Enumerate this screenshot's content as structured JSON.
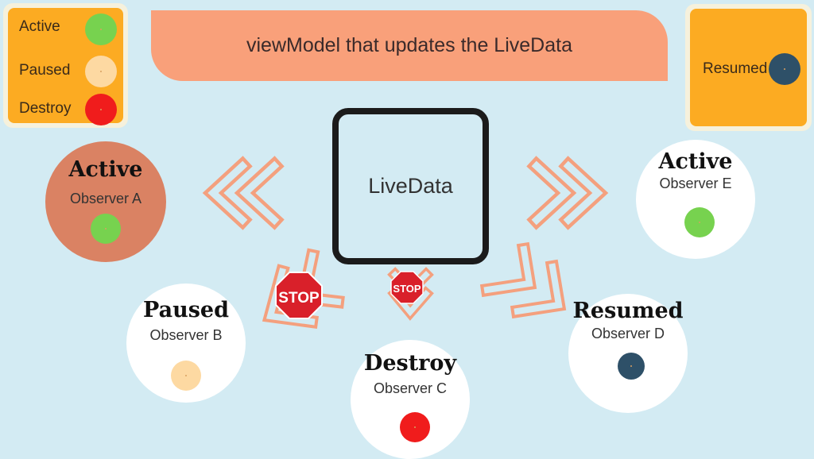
{
  "legend": {
    "items": [
      {
        "label": "Active",
        "color": "#77d24f"
      },
      {
        "label": "Paused",
        "color": "#fdd9a2"
      },
      {
        "label": "Destroy",
        "color": "#f01c1c"
      }
    ]
  },
  "header": {
    "title": "viewModel that updates the  LiveData"
  },
  "resumed_legend": {
    "label": "Resumed",
    "color": "#2e5068"
  },
  "center": {
    "label": "LiveData"
  },
  "stop_signs": {
    "large": "STOP",
    "small": "STOP"
  },
  "observers": [
    {
      "state": "Active",
      "name": "Observer A",
      "dot_color": "#77d24f",
      "fill": "#da8263"
    },
    {
      "state": "Paused",
      "name": "Observer B",
      "dot_color": "#fdd9a2",
      "fill": "#ffffff"
    },
    {
      "state": "Destroy",
      "name": "Observer C",
      "dot_color": "#f01c1c",
      "fill": "#ffffff"
    },
    {
      "state": "Resumed",
      "name": "Observer D",
      "dot_color": "#2e5068",
      "fill": "#ffffff"
    },
    {
      "state": "Active",
      "name": "Observer E",
      "dot_color": "#77d24f",
      "fill": "#ffffff"
    }
  ],
  "colors": {
    "background": "#d3ebf3",
    "arrow": "#f4a07e",
    "header": "#f9a07a",
    "legend": "#fcab22"
  }
}
